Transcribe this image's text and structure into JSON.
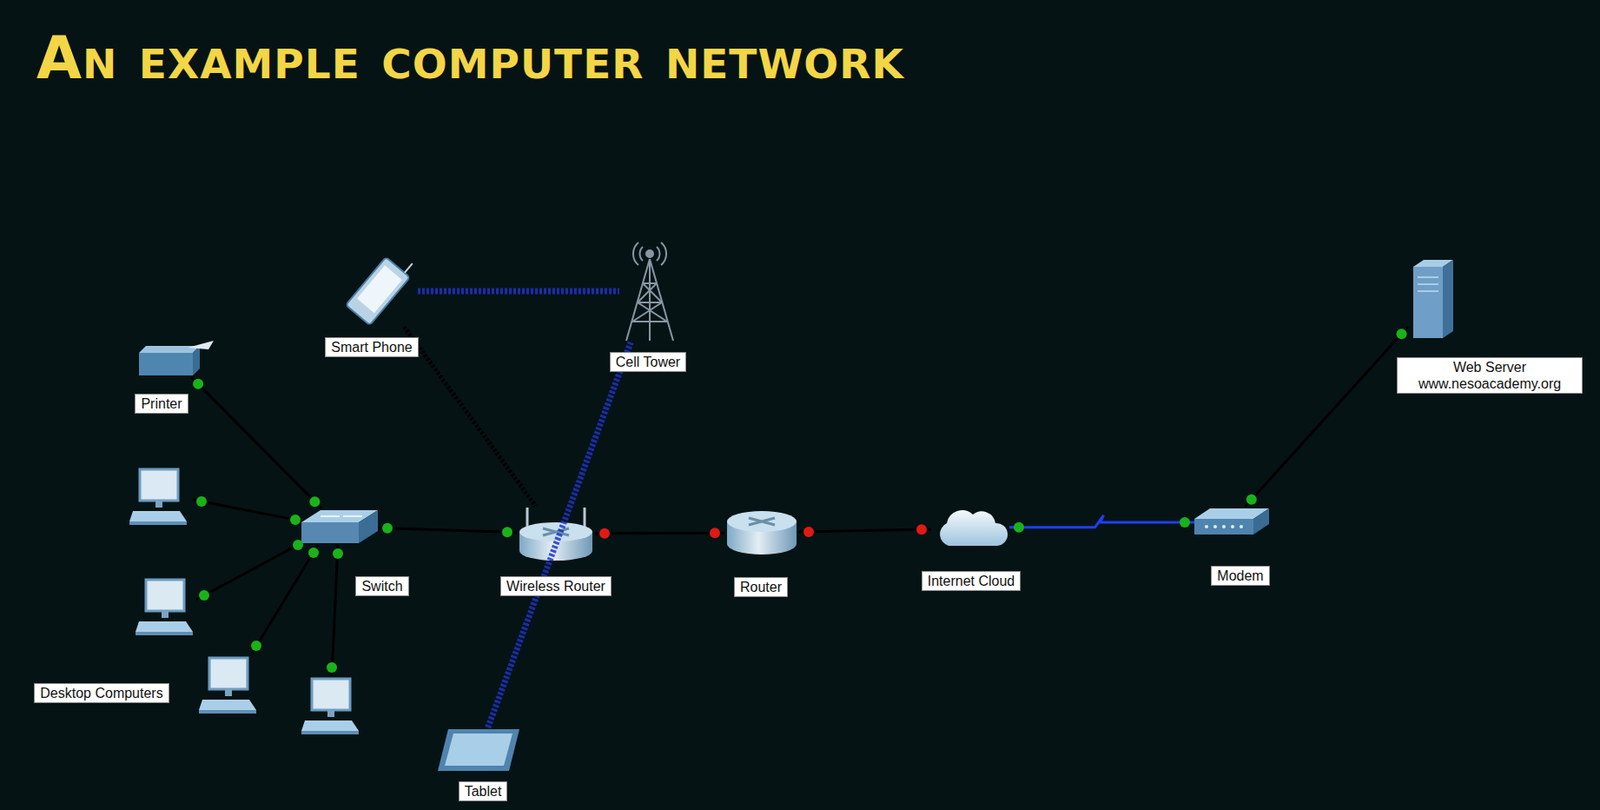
{
  "diagram": {
    "title": "An example computer network",
    "nodes": [
      {
        "text": [
          "Smart Phone"
        ]
      },
      {
        "text": [
          "Cell Tower"
        ]
      },
      {
        "text": [
          "Web Server www.nesoacademy.org"
        ]
      },
      {
        "text": [
          "Printer"
        ]
      },
      {
        "text": [
          "Switch"
        ]
      },
      {
        "text": [
          "Wireless Router"
        ]
      },
      {
        "text": [
          "Router"
        ]
      },
      {
        "text": [
          "Internet Cloud"
        ]
      },
      {
        "text": [
          "Modem"
        ]
      },
      {
        "text": [
          "Tablet"
        ]
      }
    ],
    "edges": [
      {
        "from": 3,
        "to": 4,
        "arrow": "none"
      },
      {
        "from": 4,
        "to": 5,
        "arrow": "none"
      },
      {
        "from": 5,
        "to": 6,
        "arrow": "none"
      },
      {
        "from": 6,
        "to": 7,
        "arrow": "none"
      },
      {
        "from": 7,
        "to": 8,
        "arrow": "none"
      },
      {
        "from": 8,
        "to": 2,
        "arrow": "none"
      },
      {
        "from": 0,
        "to": 1,
        "arrow": "none"
      },
      {
        "from": 0,
        "to": 5,
        "arrow": "none"
      },
      {
        "from": 9,
        "to": 1,
        "arrow": "none"
      }
    ],
    "labels": [
      "Desktop Computers"
    ]
  }
}
